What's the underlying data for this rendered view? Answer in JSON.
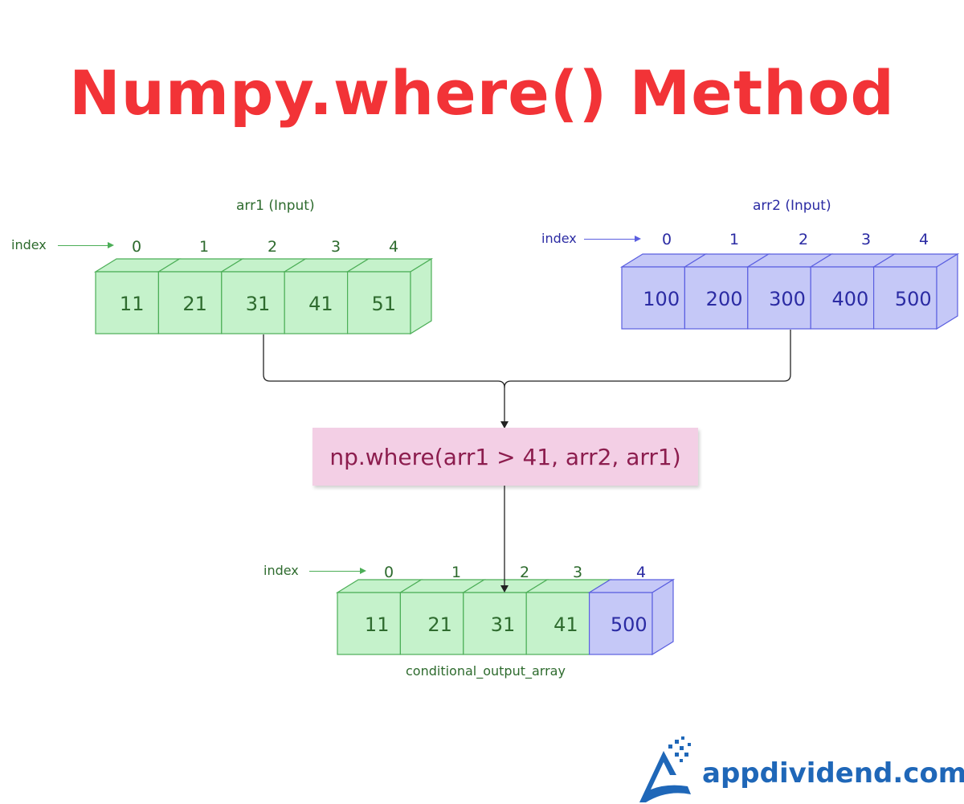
{
  "title": "Numpy.where() Method",
  "colors": {
    "title": "#f23337",
    "green_fill": "#c5f2cb",
    "green_stroke": "#4cae57",
    "green_text": "#2e6b2e",
    "blue_fill": "#c5c8f7",
    "blue_stroke": "#5b5fe0",
    "blue_text": "#2b2ba3",
    "func_fill": "#f3cfe5",
    "func_text": "#8c1d4e",
    "logo_blue": "#1f67b8"
  },
  "arr1": {
    "name": "arr1 (Input)",
    "index_label": "index",
    "indices": [
      "0",
      "1",
      "2",
      "3",
      "4"
    ],
    "values": [
      "11",
      "21",
      "31",
      "41",
      "51"
    ]
  },
  "arr2": {
    "name": "arr2 (Input)",
    "index_label": "index",
    "indices": [
      "0",
      "1",
      "2",
      "3",
      "4"
    ],
    "values": [
      "100",
      "200",
      "300",
      "400",
      "500"
    ]
  },
  "function": {
    "label": "np.where(arr1 > 41,  arr2,  arr1)"
  },
  "output": {
    "name": "conditional_output_array",
    "index_label": "index",
    "indices": [
      "0",
      "1",
      "2",
      "3",
      "4"
    ],
    "values": [
      "11",
      "21",
      "31",
      "41",
      "500"
    ],
    "sources": [
      "arr1",
      "arr1",
      "arr1",
      "arr1",
      "arr2"
    ]
  },
  "logo": {
    "text": "appdividend.com",
    "icon": "appdividend-logo-icon"
  }
}
